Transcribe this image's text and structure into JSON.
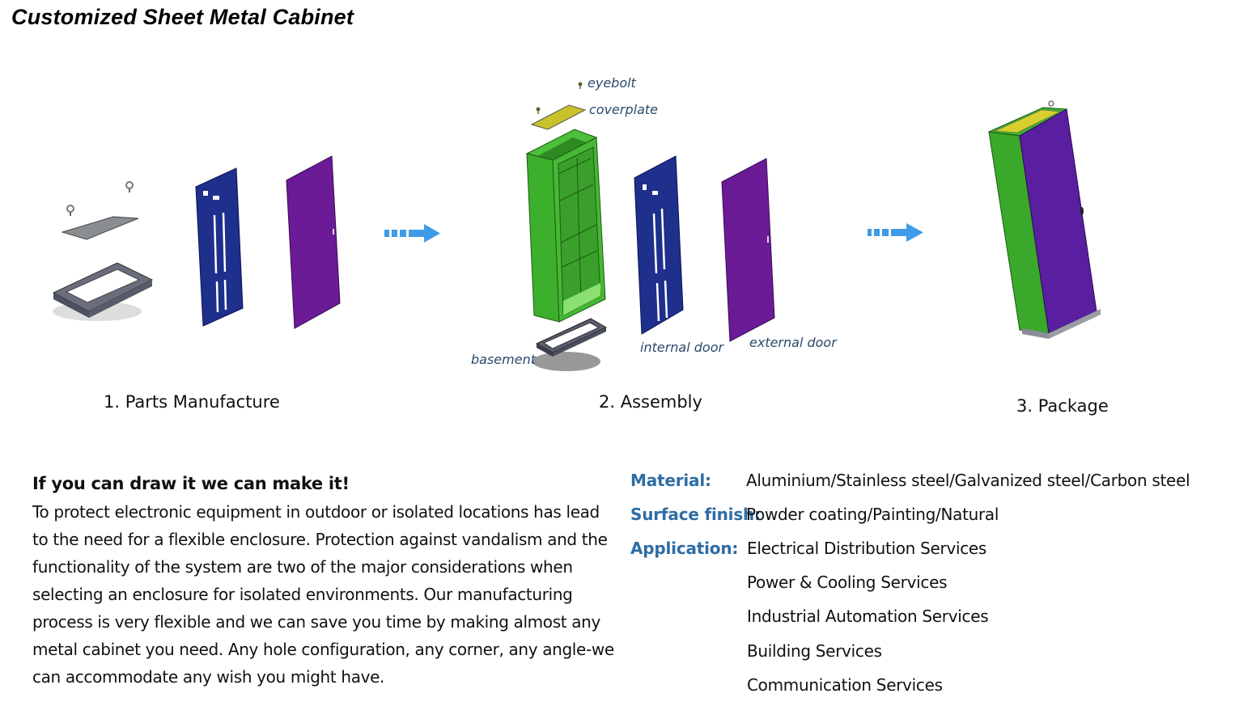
{
  "page": {
    "title": "Customized Sheet Metal Cabinet"
  },
  "process": {
    "steps": [
      {
        "label": "1. Parts Manufacture"
      },
      {
        "label": "2. Assembly"
      },
      {
        "label": "3. Package"
      }
    ],
    "callouts": {
      "eyebolt": "eyebolt",
      "coverplate": "coverplate",
      "basement": "basement",
      "internal_door": "internal door",
      "external_door": "external door"
    },
    "colors": {
      "cabinet_body": "#3cb02c",
      "internal_door": "#1e2f8c",
      "external_door": "#6a1b95",
      "coverplate": "#c9c22a",
      "base_frame": "#5b5e6e",
      "arrow": "#3f9be8"
    },
    "icons": [
      "eyebolt-icon",
      "coverplate-icon",
      "base-frame-icon",
      "internal-door-icon",
      "external-door-icon",
      "arrow-right-icon",
      "cabinet-icon"
    ]
  },
  "description": {
    "tagline": "If you can draw it we can make it!",
    "lines": [
      "To protect electronic equipment in outdoor or isolated locations has lead",
      "to the need for a flexible enclosure. Protection against vandalism and the",
      "functionality of the system are two of the major considerations when",
      "selecting an enclosure for isolated environments. Our manufacturing",
      "process is very flexible and we can save you time by making almost any",
      "metal cabinet you need. Any hole configuration, any corner, any angle-we",
      "can accommodate any wish you might have."
    ]
  },
  "specs": {
    "material": {
      "key": "Material:",
      "value": "Aluminium/Stainless steel/Galvanized steel/Carbon steel"
    },
    "surface_finish": {
      "key": "Surface finish:",
      "value": "Powder coating/Painting/Natural"
    },
    "application": {
      "key": "Application:",
      "values": [
        "Electrical Distribution Services",
        "Power & Cooling Services",
        "Industrial Automation Services",
        "Building Services",
        "Communication Services"
      ]
    },
    "key_color": "#2e6da4"
  }
}
